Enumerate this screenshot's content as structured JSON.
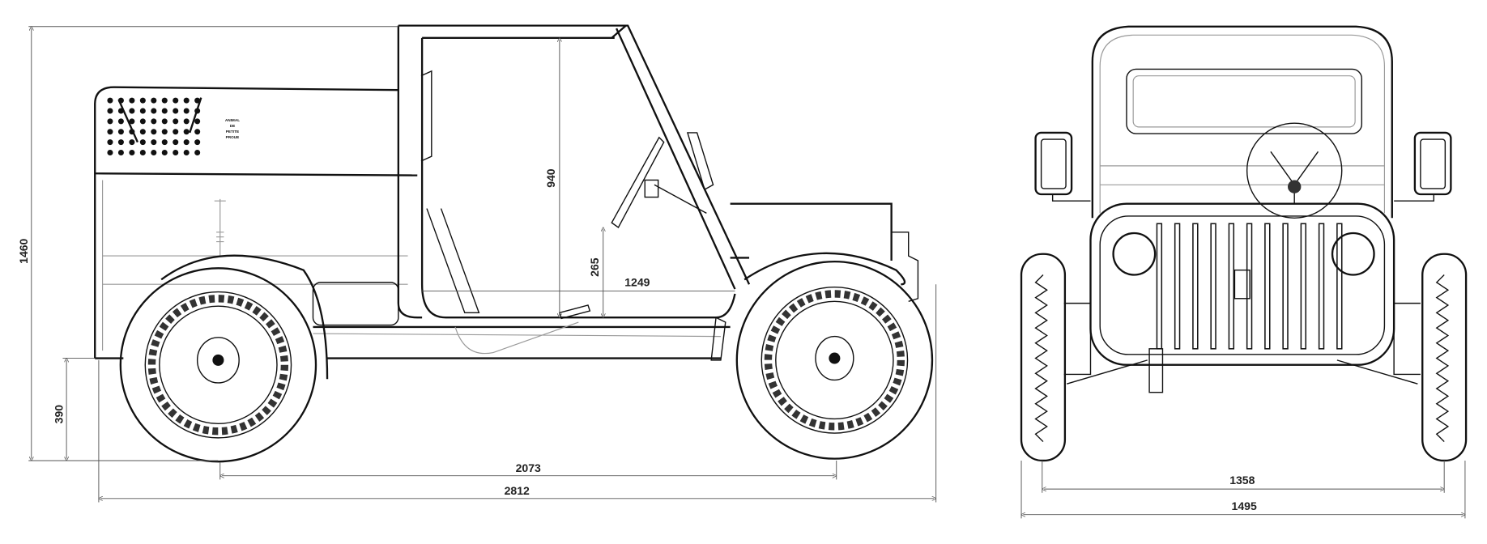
{
  "title": "Vehicle dimensional drawing",
  "side_view": {
    "dimensions": {
      "overall_height": "1460",
      "ground_clearance": "390",
      "cabin_height": "940",
      "floor_height": "265",
      "cabin_length": "1249",
      "wheelbase": "2073",
      "overall_length": "2812"
    },
    "hood_text": [
      "ANIMAL",
      "DE",
      "PETITE",
      "PROUE"
    ]
  },
  "front_view": {
    "dimensions": {
      "track": "1358",
      "overall_width": "1495"
    }
  },
  "colors": {
    "line": "#111111",
    "dimension": "#555555",
    "background": "#ffffff"
  }
}
